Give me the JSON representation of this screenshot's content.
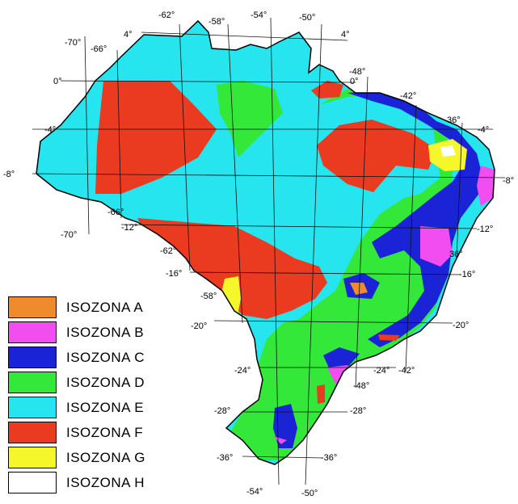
{
  "legend": [
    {
      "label": "ISOZONA A",
      "color": "#ef8a2d"
    },
    {
      "label": "ISOZONA B",
      "color": "#f24df0"
    },
    {
      "label": "ISOZONA C",
      "color": "#1a24d6"
    },
    {
      "label": "ISOZONA D",
      "color": "#34e83a"
    },
    {
      "label": "ISOZONA E",
      "color": "#27e5ee"
    },
    {
      "label": "ISOZONA F",
      "color": "#ea3a20"
    },
    {
      "label": "ISOZONA G",
      "color": "#f6f72a"
    },
    {
      "label": "ISOZONA H",
      "color": "#ffffff"
    }
  ],
  "coordinates": {
    "top_row": [
      "-62°",
      "-58°",
      "-54°",
      "-50°"
    ],
    "lat_4n_left": "4°",
    "lat_4n_right": "4°",
    "lon_70_top": "-70°",
    "lon_66_top": "-66°",
    "lat_0_left": "0°",
    "lat_0_right": "0°",
    "lon_48_top": "-48°",
    "lon_42_top": "-42°",
    "lat_4s_left": "-4°",
    "lat_4s_right": "-4°",
    "lon_36_upper": "36°",
    "lat_8s_left": "-8°",
    "lat_8s_right": "-8°",
    "lon_66_mid": "-66°",
    "lat_12s_left": "-12°",
    "lat_12s_right": "-12°",
    "lon_70_mid": "-70°",
    "lon_62_mid": "-62°",
    "lon_36_mid": "36°",
    "lat_16s_left": "-16°",
    "lat_16s_right": "-16°",
    "lon_58_mid": "-58°",
    "lat_20s_left": "-20°",
    "lat_20s_right": "-20°",
    "lat_24s_left": "-24°",
    "lat_24s_right": "-24°",
    "lon_42_bottom": "-42°",
    "lon_48_bottom": "-48°",
    "lat_28s_left": "-28°",
    "lat_28s_right": "-28°",
    "lat_36s_left": "-36°",
    "lat_36s_right": "-36°",
    "lon_54_bottom": "-54°",
    "lon_50_bottom": "-50°"
  }
}
